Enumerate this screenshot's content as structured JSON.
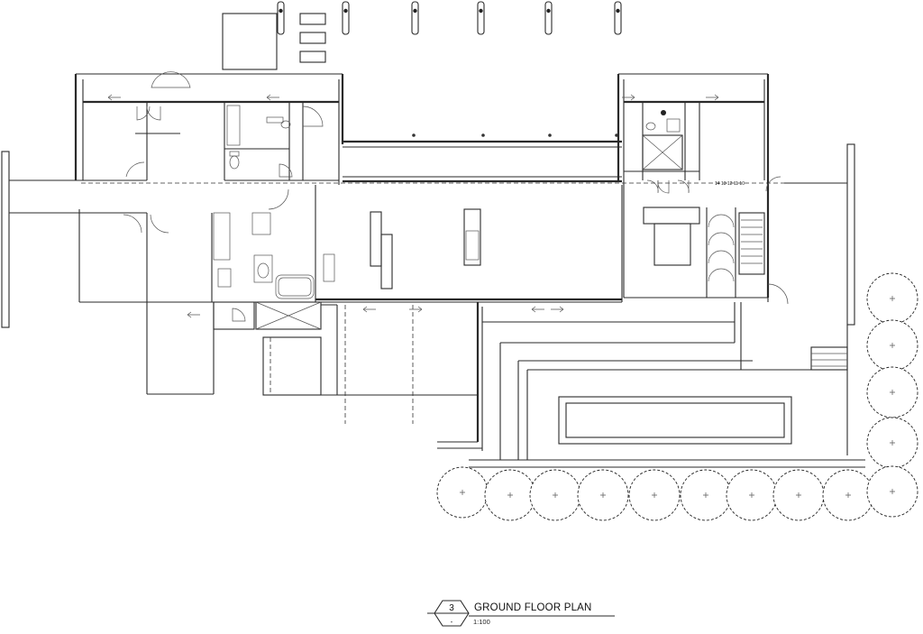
{
  "drawing": {
    "title": "GROUND FLOOR PLAN",
    "scale": "1:100",
    "view_number": "3",
    "sheet_ref": "-",
    "stair_note": "14 13 12 11 10"
  },
  "colors": {
    "line": "#2a2a2a",
    "background": "#ffffff"
  },
  "icons": [
    "north-marker",
    "door-swing",
    "tree-symbol",
    "arrow-marker",
    "toilet",
    "bathtub",
    "stair"
  ]
}
